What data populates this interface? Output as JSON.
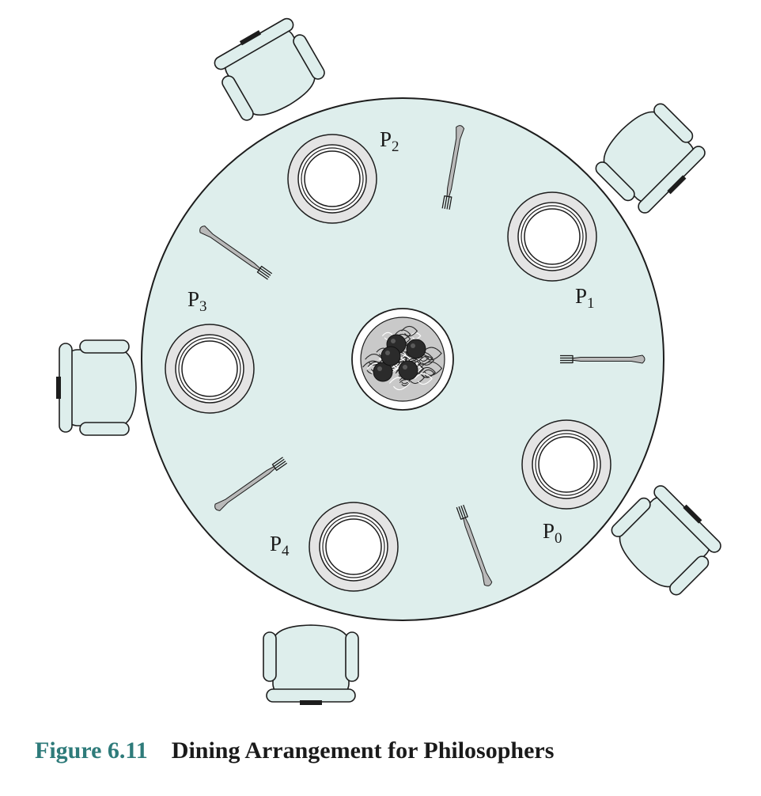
{
  "figure": {
    "number": "Figure 6.11",
    "title": "Dining Arrangement for Philosophers"
  },
  "philosophers": [
    {
      "id": "P0",
      "base": "P",
      "sub": "0"
    },
    {
      "id": "P1",
      "base": "P",
      "sub": "1"
    },
    {
      "id": "P2",
      "base": "P",
      "sub": "2"
    },
    {
      "id": "P3",
      "base": "P",
      "sub": "3"
    },
    {
      "id": "P4",
      "base": "P",
      "sub": "4"
    }
  ],
  "items": {
    "plate": "plate",
    "fork": "fork",
    "chair": "chair",
    "bowl": "spaghetti-bowl"
  },
  "colors": {
    "table_fill": "#deeeec",
    "outline": "#1d1d1d",
    "chair_fill": "#deeeec",
    "plate_rim": "#e4e4e4",
    "fork_fill": "#b9b9b9",
    "caption_number": "#2e7b7a",
    "caption_title": "#1a1a1a"
  }
}
